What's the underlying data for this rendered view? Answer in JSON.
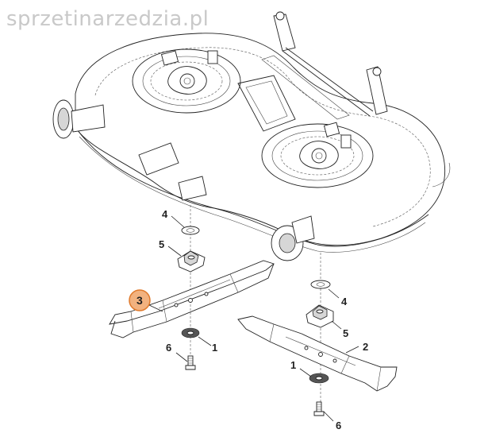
{
  "watermark": "sprzetinarzedzia.pl",
  "callouts": {
    "washer_left": "4",
    "hub_left": "5",
    "blade_left": "3",
    "flange_left": "1",
    "bolt_left": "6",
    "washer_right": "4",
    "hub_right": "5",
    "blade_right": "2",
    "flange_right": "1",
    "bolt_right": "6"
  },
  "colors": {
    "highlight_fill": "#f2b27f",
    "highlight_stroke": "#e07a2c",
    "line": "#222222",
    "watermark": "#c9c9c9"
  }
}
